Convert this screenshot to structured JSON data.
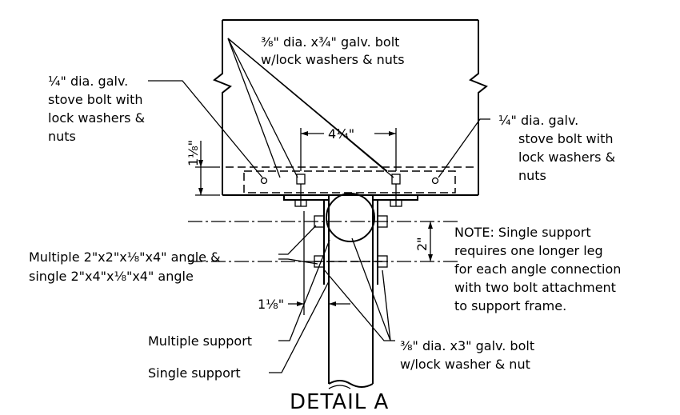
{
  "title": "DETAIL  A",
  "labels": {
    "bolt_top_line1": "⅜\" dia. x¾\" galv. bolt",
    "bolt_top_line2": "w/lock washers & nuts",
    "stove_left_1": "¼\" dia. galv.",
    "stove_left_2": "stove bolt with",
    "stove_left_3": "lock washers &",
    "stove_left_4": "nuts",
    "stove_right_1": "¼\" dia. galv.",
    "stove_right_2": "stove bolt with",
    "stove_right_3": "lock washers &",
    "stove_right_4": "nuts",
    "dim_width": "4¼\"",
    "dim_height": "1⅛\"",
    "dim_2in": "2\"",
    "dim_bottom": "1⅛\"",
    "angle_1": "Multiple 2\"x2\"x⅛\"x4\" angle &",
    "angle_2": "single 2\"x4\"x⅛\"x4\" angle",
    "note_1": "NOTE: Single support",
    "note_2": "requires one longer leg",
    "note_3": "for each angle connection",
    "note_4": "with two bolt attachment",
    "note_5": "to support frame.",
    "multiple_support": "Multiple support",
    "single_support": "Single support",
    "bolt_bottom_1": "⅜\" dia. x3\" galv. bolt",
    "bolt_bottom_2": "w/lock washer & nut"
  }
}
